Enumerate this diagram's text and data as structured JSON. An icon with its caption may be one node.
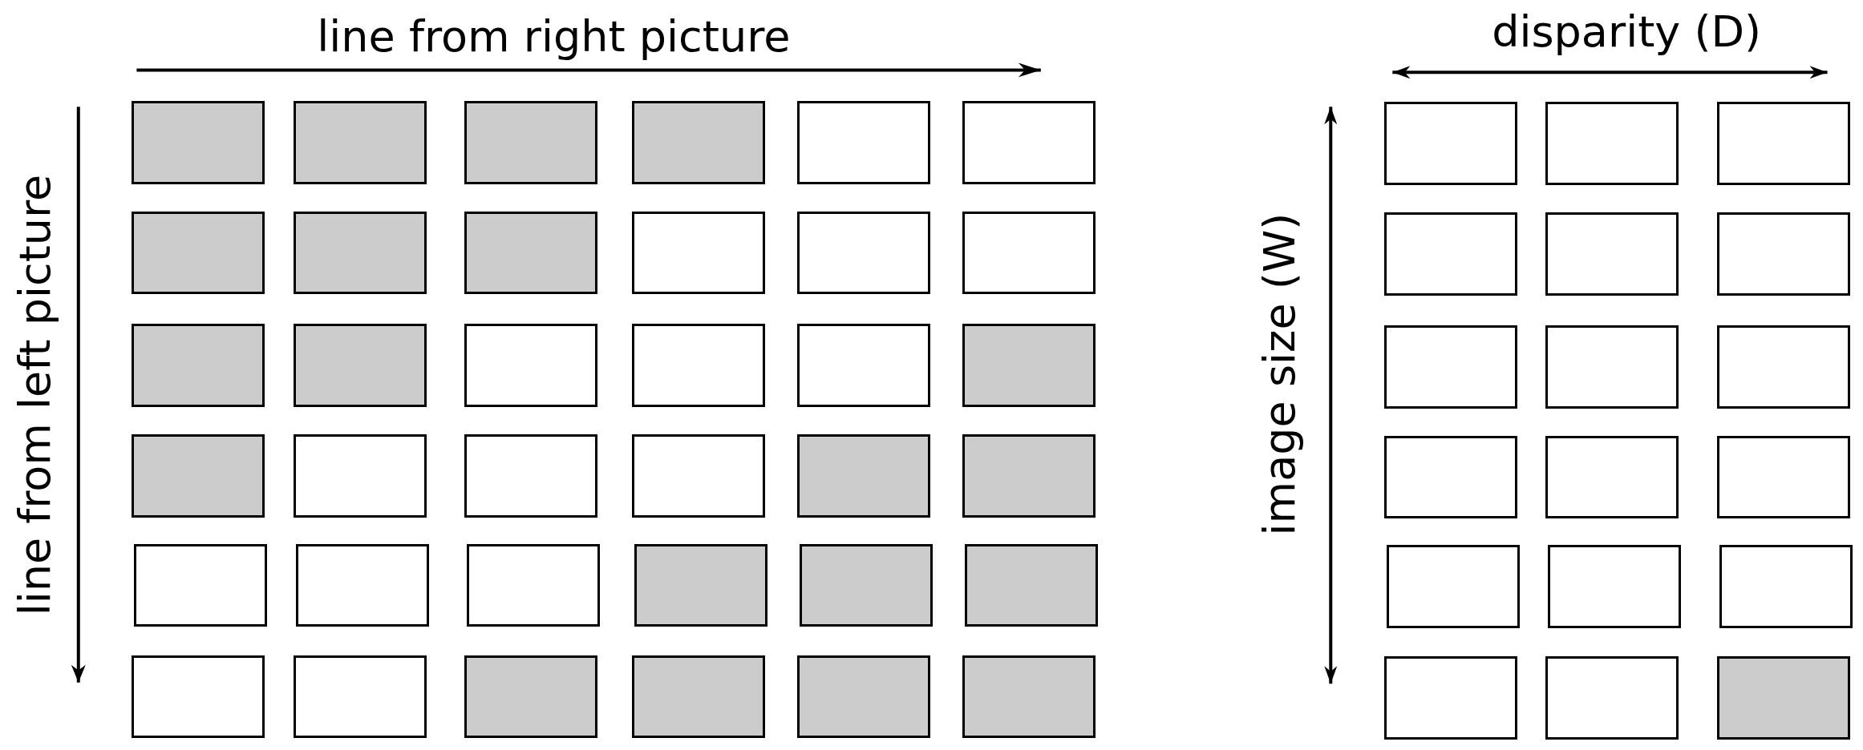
{
  "diagram": {
    "nodes": [
      {
        "text": [],
        "shape": "box"
      },
      {
        "text": [],
        "shape": "box"
      },
      {
        "text": [],
        "shape": "box"
      },
      {
        "text": [],
        "shape": "box"
      },
      {
        "text": [],
        "shape": "box"
      },
      {
        "text": [],
        "shape": "box"
      },
      {
        "text": [],
        "shape": "box"
      },
      {
        "text": [],
        "shape": "box"
      },
      {
        "text": [],
        "shape": "box"
      },
      {
        "text": [],
        "shape": "box"
      },
      {
        "text": [],
        "shape": "box"
      },
      {
        "text": [],
        "shape": "box"
      },
      {
        "text": [],
        "shape": "box"
      },
      {
        "text": [],
        "shape": "box"
      },
      {
        "text": [],
        "shape": "box"
      },
      {
        "text": [],
        "shape": "box"
      },
      {
        "text": [],
        "shape": "box"
      },
      {
        "text": [],
        "shape": "box"
      },
      {
        "text": [],
        "shape": "box"
      },
      {
        "text": [],
        "shape": "box"
      },
      {
        "text": [],
        "shape": "box"
      },
      {
        "text": [],
        "shape": "box"
      },
      {
        "text": [],
        "shape": "box"
      },
      {
        "text": [],
        "shape": "box"
      },
      {
        "text": [],
        "shape": "box"
      },
      {
        "text": [],
        "shape": "box"
      },
      {
        "text": [],
        "shape": "box"
      },
      {
        "text": [],
        "shape": "box"
      },
      {
        "text": [],
        "shape": "box"
      },
      {
        "text": [],
        "shape": "box"
      },
      {
        "text": [],
        "shape": "box"
      },
      {
        "text": [],
        "shape": "box"
      },
      {
        "text": [],
        "shape": "box"
      },
      {
        "text": [],
        "shape": "box"
      },
      {
        "text": [],
        "shape": "box"
      },
      {
        "text": [],
        "shape": "box"
      },
      {
        "text": [],
        "shape": "box"
      },
      {
        "text": [],
        "shape": "box"
      },
      {
        "text": [],
        "shape": "box"
      },
      {
        "text": [],
        "shape": "box"
      },
      {
        "text": [],
        "shape": "box"
      },
      {
        "text": [],
        "shape": "box"
      },
      {
        "text": [],
        "shape": "box"
      },
      {
        "text": [],
        "shape": "box"
      },
      {
        "text": [],
        "shape": "box"
      },
      {
        "text": [],
        "shape": "box"
      },
      {
        "text": [],
        "shape": "box"
      },
      {
        "text": [],
        "shape": "box"
      },
      {
        "text": [],
        "shape": "box"
      },
      {
        "text": [],
        "shape": "box"
      },
      {
        "text": [],
        "shape": "box"
      },
      {
        "text": [],
        "shape": "box"
      },
      {
        "text": [],
        "shape": "box"
      },
      {
        "text": [],
        "shape": "box"
      }
    ],
    "labels": [
      "line from right picture",
      "disparity (D)",
      "line from left picture",
      "image size (W)"
    ]
  }
}
